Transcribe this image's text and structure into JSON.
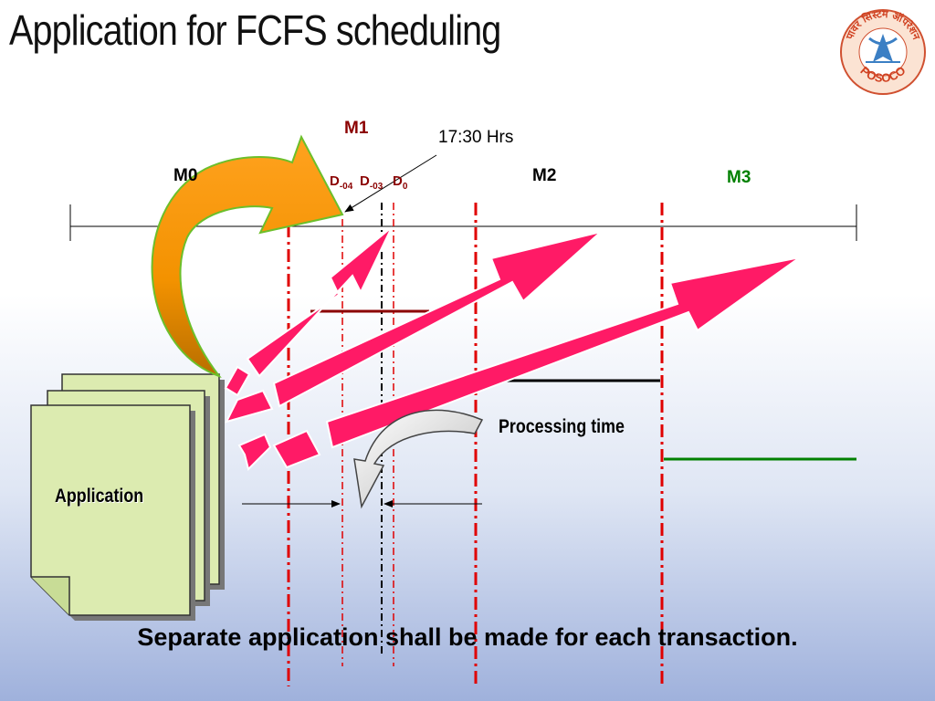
{
  "slide": {
    "title": "Application for FCFS scheduling",
    "footer": "Separate application shall be made for each transaction."
  },
  "timeline": {
    "m0_label": "M0",
    "m1_label": "M1",
    "m2_label": "M2",
    "m3_label": "M3",
    "time_note": "17:30 Hrs",
    "d04_base": "D",
    "d04_sub": "-04",
    "d03_base": "D",
    "d03_sub": "-03",
    "d0_base": "D",
    "d0_sub": "0"
  },
  "labels": {
    "processing_time": "Processing time",
    "application": "Application"
  },
  "logo": {
    "top_text": "पावर सिस्टम ऑपरेशन",
    "bottom_text": "POSOCO"
  },
  "colors": {
    "dark_red": "#8b0000",
    "red": "#e00000",
    "green": "#008000",
    "pink_arrow": "#ff1a66",
    "orange_arrow": "#f7941d",
    "doc_fill": "#dcebb0"
  }
}
